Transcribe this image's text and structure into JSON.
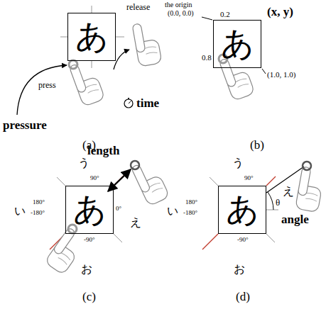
{
  "diagram": {
    "nodes": [
      {
        "text": [
          "あ"
        ]
      },
      {
        "text": [
          "あ"
        ]
      },
      {
        "text": [
          "あ"
        ]
      },
      {
        "text": [
          "あ"
        ]
      }
    ],
    "labels": [
      "release",
      "press",
      "pressure",
      "time",
      "(a)",
      "the origin",
      "(0.0, 0.0)",
      "0.2",
      "(x, y)",
      "0.8",
      "(1.0, 1.0)",
      "(b)",
      "length",
      "う",
      "90°",
      "い",
      "180°",
      "-180°",
      "0°",
      "え",
      "-90°",
      "お",
      "(c)",
      "う",
      "90°",
      "い",
      "180°",
      "-180°",
      "θ",
      "え",
      "angle",
      "-90°",
      "お",
      "(d)"
    ]
  }
}
